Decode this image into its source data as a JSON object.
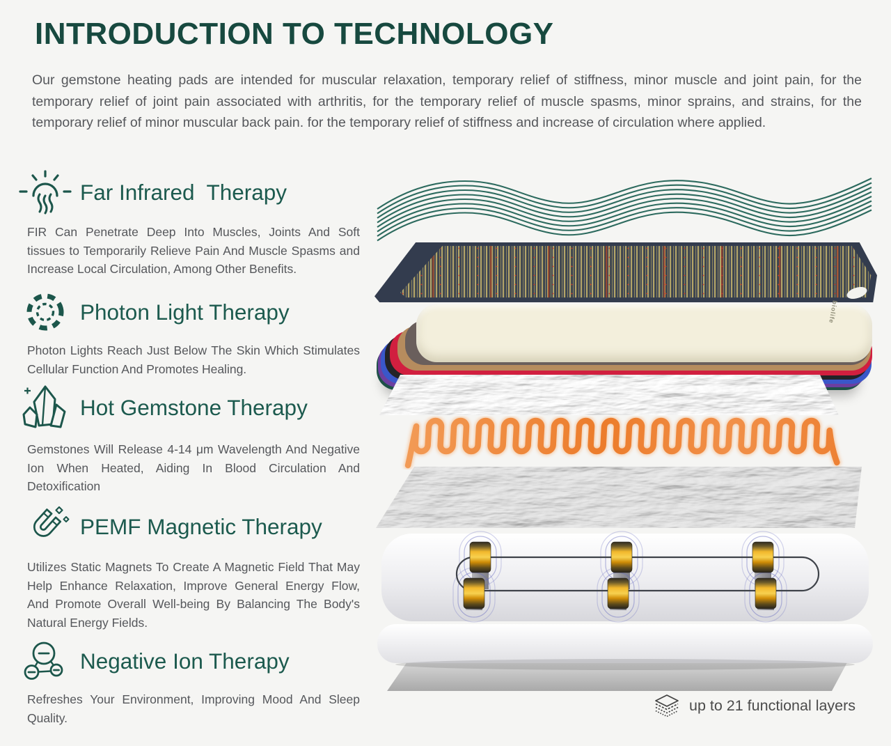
{
  "page": {
    "title": "INTRODUCTION TO TECHNOLOGY",
    "intro": "Our gemstone heating pads are intended for muscular relaxation, temporary relief of stiffness, minor muscle and joint pain, for the temporary relief of joint pain associated with arthritis, for the temporary relief of muscle spasms, minor sprains, and strains, for the temporary relief of minor muscular back pain. for the temporary relief of stiffness and increase of circulation where applied."
  },
  "therapies": [
    {
      "icon": "far-infrared-icon",
      "title": "Far Infrared  Therapy",
      "description": "FIR Can Penetrate Deep Into Muscles, Joints And Soft tissues to Temporarily Relieve Pain And Muscle Spasms and Increase Local Circulation, Among Other Benefits."
    },
    {
      "icon": "photon-light-icon",
      "title": "Photon Light Therapy",
      "description": "Photon Lights Reach Just Below The Skin Which Stimulates Cellular Function And Promotes Healing."
    },
    {
      "icon": "hot-gemstone-icon",
      "title": "Hot Gemstone Therapy",
      "description": "Gemstones Will Release 4-14 μm Wavelength And Negative Ion When Heated, Aiding In Blood Circulation And Detoxification"
    },
    {
      "icon": "pemf-magnet-icon",
      "title": "PEMF Magnetic Therapy",
      "description": "Utilizes Static Magnets To Create A Magnetic Field That May Help Enhance Relaxation, Improve General Energy Flow, And Promote Overall Well-being By Balancing The Body's Natural Energy Fields."
    },
    {
      "icon": "negative-ion-icon",
      "title": "Negative Ion Therapy",
      "description": "Refreshes Your Environment, Improving Mood And Sleep Quality."
    }
  ],
  "illustration": {
    "brand_label": "biolife",
    "caption": "up to 21 functional layers"
  },
  "colors": {
    "title_teal": "#17493f",
    "heading_teal": "#1c5a4e",
    "icon_teal": "#1c564b",
    "wave_teal": "#2c6a5e",
    "body_gray": "#55575b",
    "coil_orange": "#ec7d2b",
    "background": "#f5f5f3"
  }
}
